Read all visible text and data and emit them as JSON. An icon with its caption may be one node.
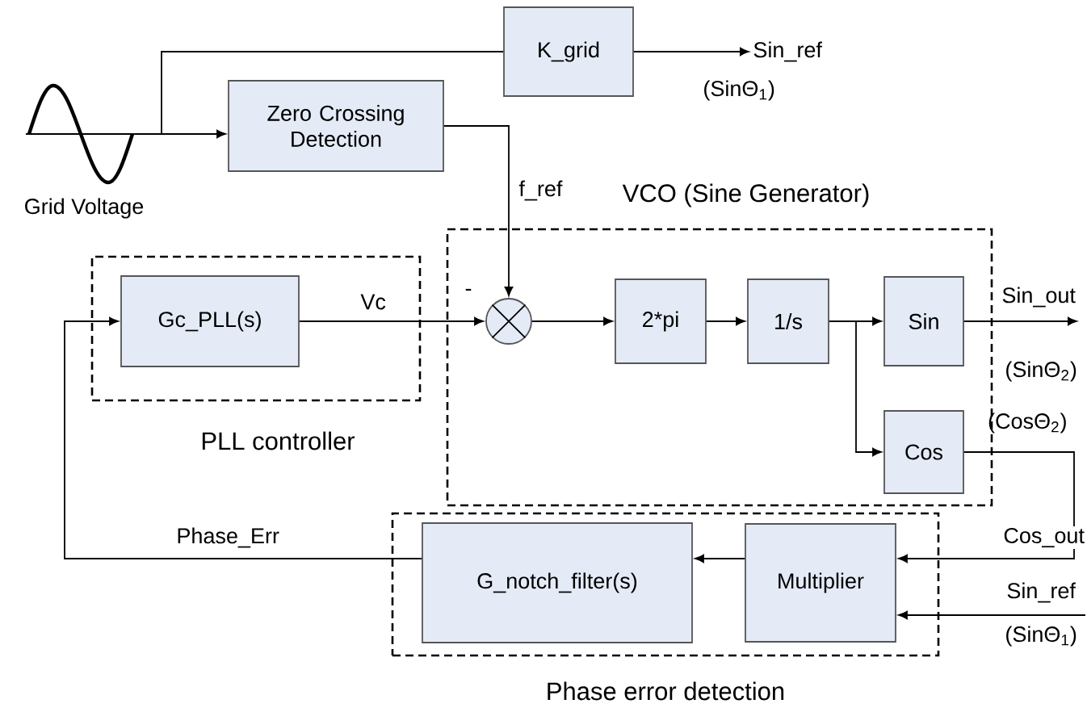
{
  "diagram": {
    "nodes": [
      {
        "text": [],
        "shape": "picture",
        "beside": [
          "Grid Voltage"
        ]
      },
      {
        "text": [
          "K_grid"
        ]
      },
      {
        "text": [
          "Zero Crossing Detection"
        ]
      },
      {
        "text": [
          "Sin_ref",
          "(SinΘ$_{1}$)"
        ]
      },
      {
        "text": [
          "PLL controller"
        ]
      },
      {
        "text": [
          "Gc_PLL(s)"
        ],
        "in": 4
      },
      {
        "text": [
          "VCO (Sine Generator)"
        ]
      },
      {
        "text": [],
        "shape": "circle",
        "in": 6
      },
      {
        "text": [
          "2*pi"
        ],
        "in": 6
      },
      {
        "text": [
          "1/s"
        ],
        "in": 6
      },
      {
        "text": [
          "Sin"
        ],
        "in": 6
      },
      {
        "text": [
          "Cos"
        ],
        "in": 6,
        "beside": [
          "(CosΘ$_{2}$)"
        ]
      },
      {
        "text": [
          "Phase error detection"
        ]
      },
      {
        "text": [
          "G_notch_filter(s)"
        ],
        "in": 12
      },
      {
        "text": [
          "Multiplier"
        ],
        "in": 12
      }
    ],
    "edges": [
      {
        "from": 0,
        "to": 1,
        "arrow": "none"
      },
      {
        "from": 0,
        "to": 2,
        "arrow": "to"
      },
      {
        "from": 1,
        "to": 3,
        "arrow": "to"
      },
      {
        "from": 2,
        "to": 7,
        "arrow": "to",
        "label": "f_ref"
      },
      {
        "from": 5,
        "to": 7,
        "arrow": "to",
        "label": "Vc"
      },
      {
        "from": 7,
        "to": 8,
        "arrow": "to"
      },
      {
        "from": 8,
        "to": 9,
        "arrow": "to"
      },
      {
        "from": 9,
        "to": 10,
        "arrow": "to"
      },
      {
        "from": 9,
        "to": 11,
        "arrow": "to"
      },
      {
        "from": 10,
        "to": null,
        "arrow": "to",
        "label": "Sin_out"
      },
      {
        "from": 11,
        "to": 14,
        "arrow": "to",
        "label": "Cos_out"
      },
      {
        "from": null,
        "to": 14,
        "arrow": "to",
        "label": "Sin_ref"
      },
      {
        "from": 14,
        "to": 13,
        "arrow": "to"
      },
      {
        "from": 13,
        "to": 5,
        "arrow": "to",
        "label": "Phase_Err"
      }
    ],
    "labels": [
      "-",
      "(SinΘ$_{2}$)",
      "(SinΘ$_{1}$)"
    ]
  }
}
